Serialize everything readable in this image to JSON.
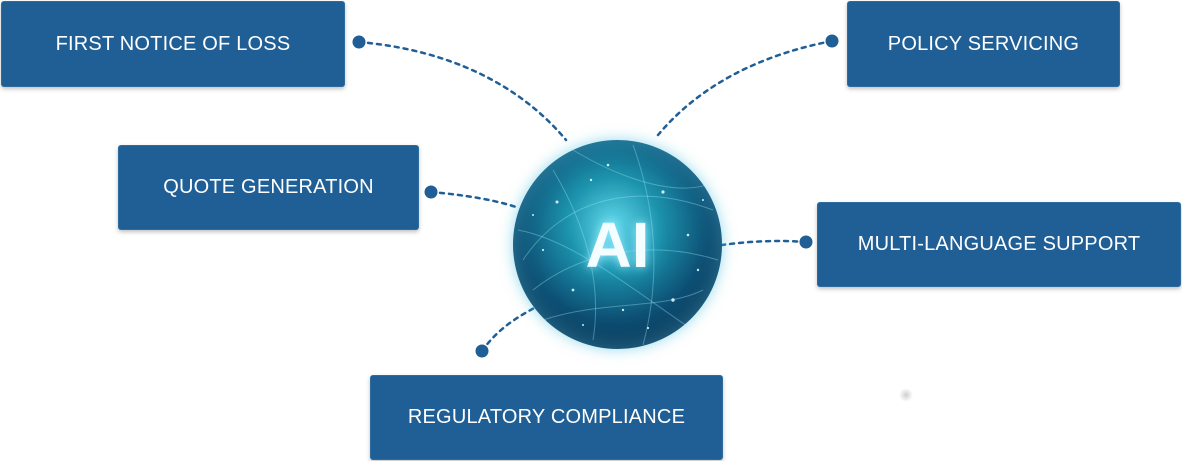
{
  "center": {
    "label": "AI"
  },
  "nodes": {
    "first_notice": "FIRST NOTICE OF LOSS",
    "policy_servicing": "POLICY SERVICING",
    "quote_generation": "QUOTE GENERATION",
    "multi_language": "MULTI-LANGUAGE SUPPORT",
    "regulatory": "REGULATORY COMPLIANCE"
  },
  "colors": {
    "box": "#1f5f96",
    "connector": "#1f5f96",
    "globe_glow": "#5fd6e8"
  }
}
